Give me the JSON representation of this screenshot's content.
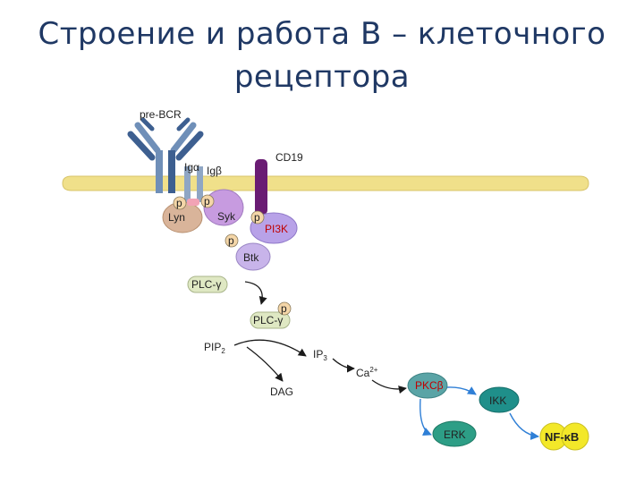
{
  "title_line1": "Строение и работа В – клеточного",
  "title_line2": "рецептора",
  "labels": {
    "pre_bcr": "pre-BCR",
    "cd19": "CD19",
    "ig_alpha": "Igα",
    "ig_beta": "Igβ",
    "lyn": "Lyn",
    "syk": "Syk",
    "pi3k": "PI3K",
    "btk": "Btk",
    "plc_gamma_1": "PLC-γ",
    "plc_gamma_2": "PLC-γ",
    "p": "p",
    "pip": "PIP",
    "pip_sub": "2",
    "ip": "IP",
    "ip_sub": "3",
    "ca": "Ca",
    "ca_sup": "2+",
    "dag": "DAG",
    "pkc": "PKCβ",
    "ikk": "IKK",
    "erk": "ERK",
    "nfkb": "NF-κB"
  },
  "colors": {
    "title": "#1f3864",
    "membrane": "#f0e08a",
    "receptor": "#6f8fb8",
    "receptor_dark": "#3d5f90",
    "cd19": "#6a1c73",
    "lyn": "#d9b49a",
    "syk": "#c79be0",
    "pi3k": "#b8a2e8",
    "btk": "#c8b4ea",
    "plc": "#dfe8c3",
    "p_badge": "#f4d6a8",
    "pkc": "#5aa4a6",
    "ikk": "#1f8f8a",
    "erk": "#2d9e86",
    "nfkb": "#f3e829",
    "arrow": "#1a1a1a",
    "arrow_blue": "#2f7fd6",
    "red_text": "#c00000"
  }
}
